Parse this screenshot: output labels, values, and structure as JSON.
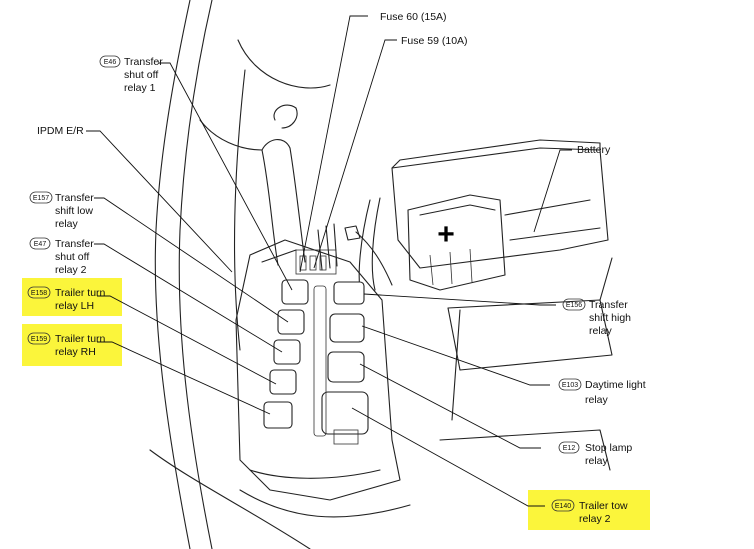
{
  "diagram": {
    "labels": {
      "fuse60": "Fuse 60 (15A)",
      "fuse59": "Fuse 59 (10A)",
      "ipdm": "IPDM E/R",
      "battery": "Battery",
      "battery_symbol": "+",
      "transfer_shutoff_1": {
        "connector": "E46",
        "line1": "Transfer",
        "line2": "shut off",
        "line3": "relay 1"
      },
      "transfer_shift_low": {
        "connector": "E157",
        "line1": "Transfer",
        "line2": "shift low",
        "line3": "relay"
      },
      "transfer_shutoff_2": {
        "connector": "E47",
        "line1": "Transfer",
        "line2": "shut off",
        "line3": "relay 2"
      },
      "trailer_turn_lh": {
        "connector": "E158",
        "line1": "Trailer turn",
        "line2": "relay  LH"
      },
      "trailer_turn_rh": {
        "connector": "E159",
        "line1": "Trailer turn",
        "line2": "relay  RH"
      },
      "transfer_shift_high": {
        "connector": "E156",
        "line1": "Transfer",
        "line2": "shift high",
        "line3": "relay"
      },
      "daytime_light": {
        "connector": "E103",
        "line1": "Daytime light",
        "line2": "relay"
      },
      "stop_lamp": {
        "connector": "E12",
        "line1": "Stop lamp",
        "line2": "relay"
      },
      "trailer_tow_2": {
        "connector": "E140",
        "line1": "Trailer tow",
        "line2": "relay  2"
      }
    },
    "colors": {
      "highlight": "#fbf53b",
      "line": "#111111",
      "background": "#ffffff"
    }
  }
}
